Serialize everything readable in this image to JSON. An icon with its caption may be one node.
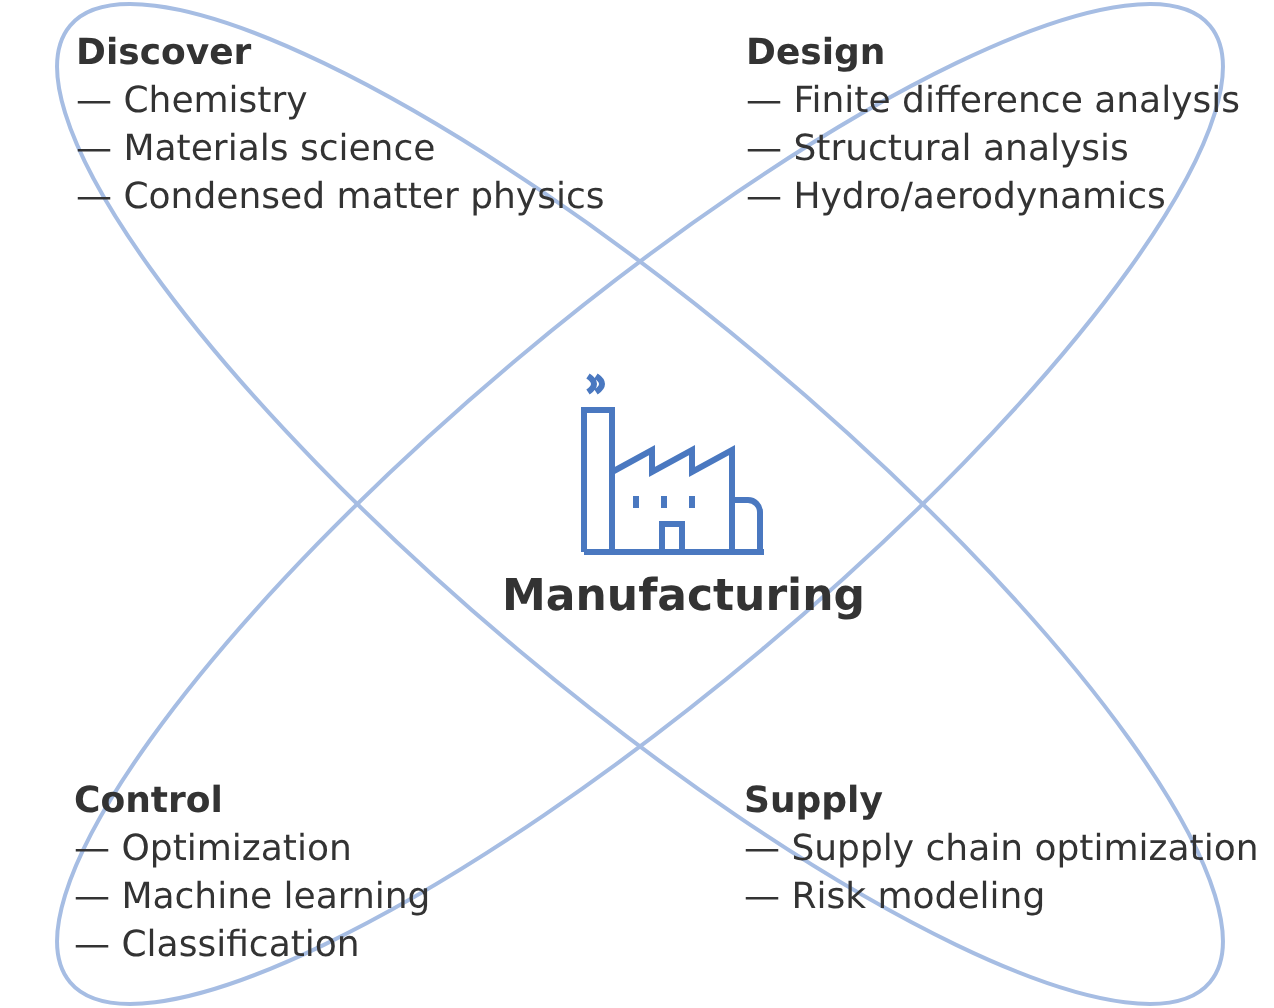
{
  "diagram": {
    "labels": [
      "Discover",
      "— Chemistry",
      "— Materials science",
      "— Condensed matter physics",
      "Design",
      "— Finite difference analysis",
      "— Structural analysis",
      "— Hydro/aerodynamics",
      "Control",
      "— Optimization",
      "— Machine learning",
      "— Classification",
      "Supply",
      "— Supply chain optimization",
      "— Risk modeling",
      "Manufacturing"
    ]
  }
}
